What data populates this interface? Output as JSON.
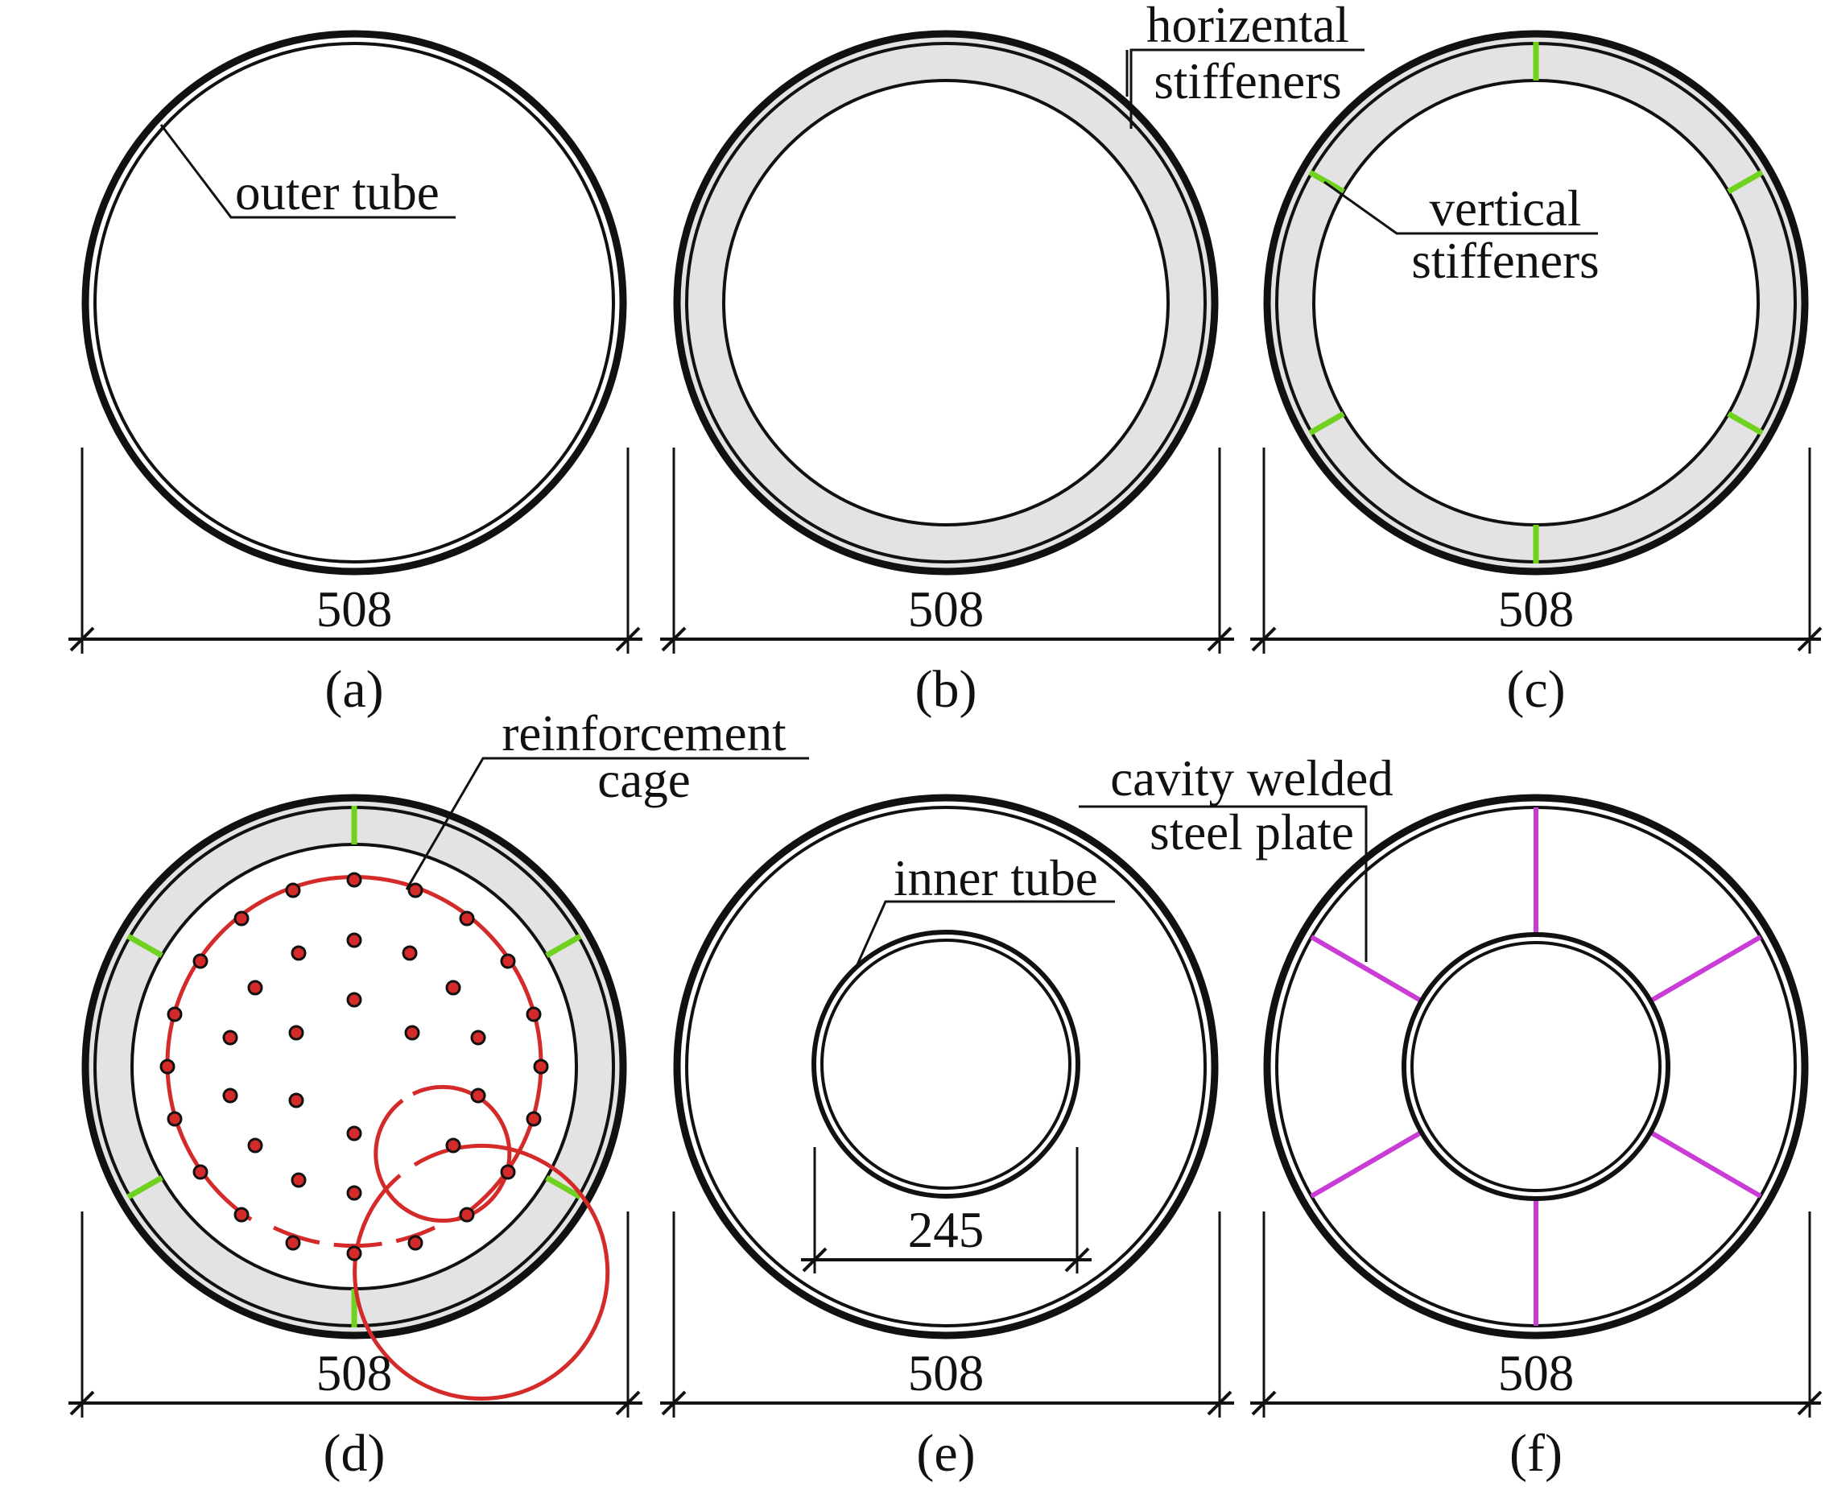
{
  "colors": {
    "steel": "#111111",
    "concrete_fill": "#e3e3e3",
    "vertical_stiffener": "#6fd21e",
    "reinforcement": "#d42a2a",
    "cavity_plate": "#c93cd6"
  },
  "panels": [
    {
      "id": "a",
      "caption": "(a)",
      "dimension": "508",
      "labels": [
        "outer tube"
      ]
    },
    {
      "id": "b",
      "caption": "(b)",
      "dimension": "508",
      "labels": [
        "horizental",
        "stiffeners"
      ]
    },
    {
      "id": "c",
      "caption": "(c)",
      "dimension": "508",
      "labels": [
        "vertical",
        "stiffeners"
      ]
    },
    {
      "id": "d",
      "caption": "(d)",
      "dimension": "508",
      "labels": [
        "reinforcement",
        "cage"
      ]
    },
    {
      "id": "e",
      "caption": "(e)",
      "dimension": "508",
      "inner_dimension": "245",
      "labels": [
        "inner tube"
      ]
    },
    {
      "id": "f",
      "caption": "(f)",
      "dimension": "508",
      "labels": [
        "cavity welded",
        "steel plate"
      ]
    }
  ]
}
